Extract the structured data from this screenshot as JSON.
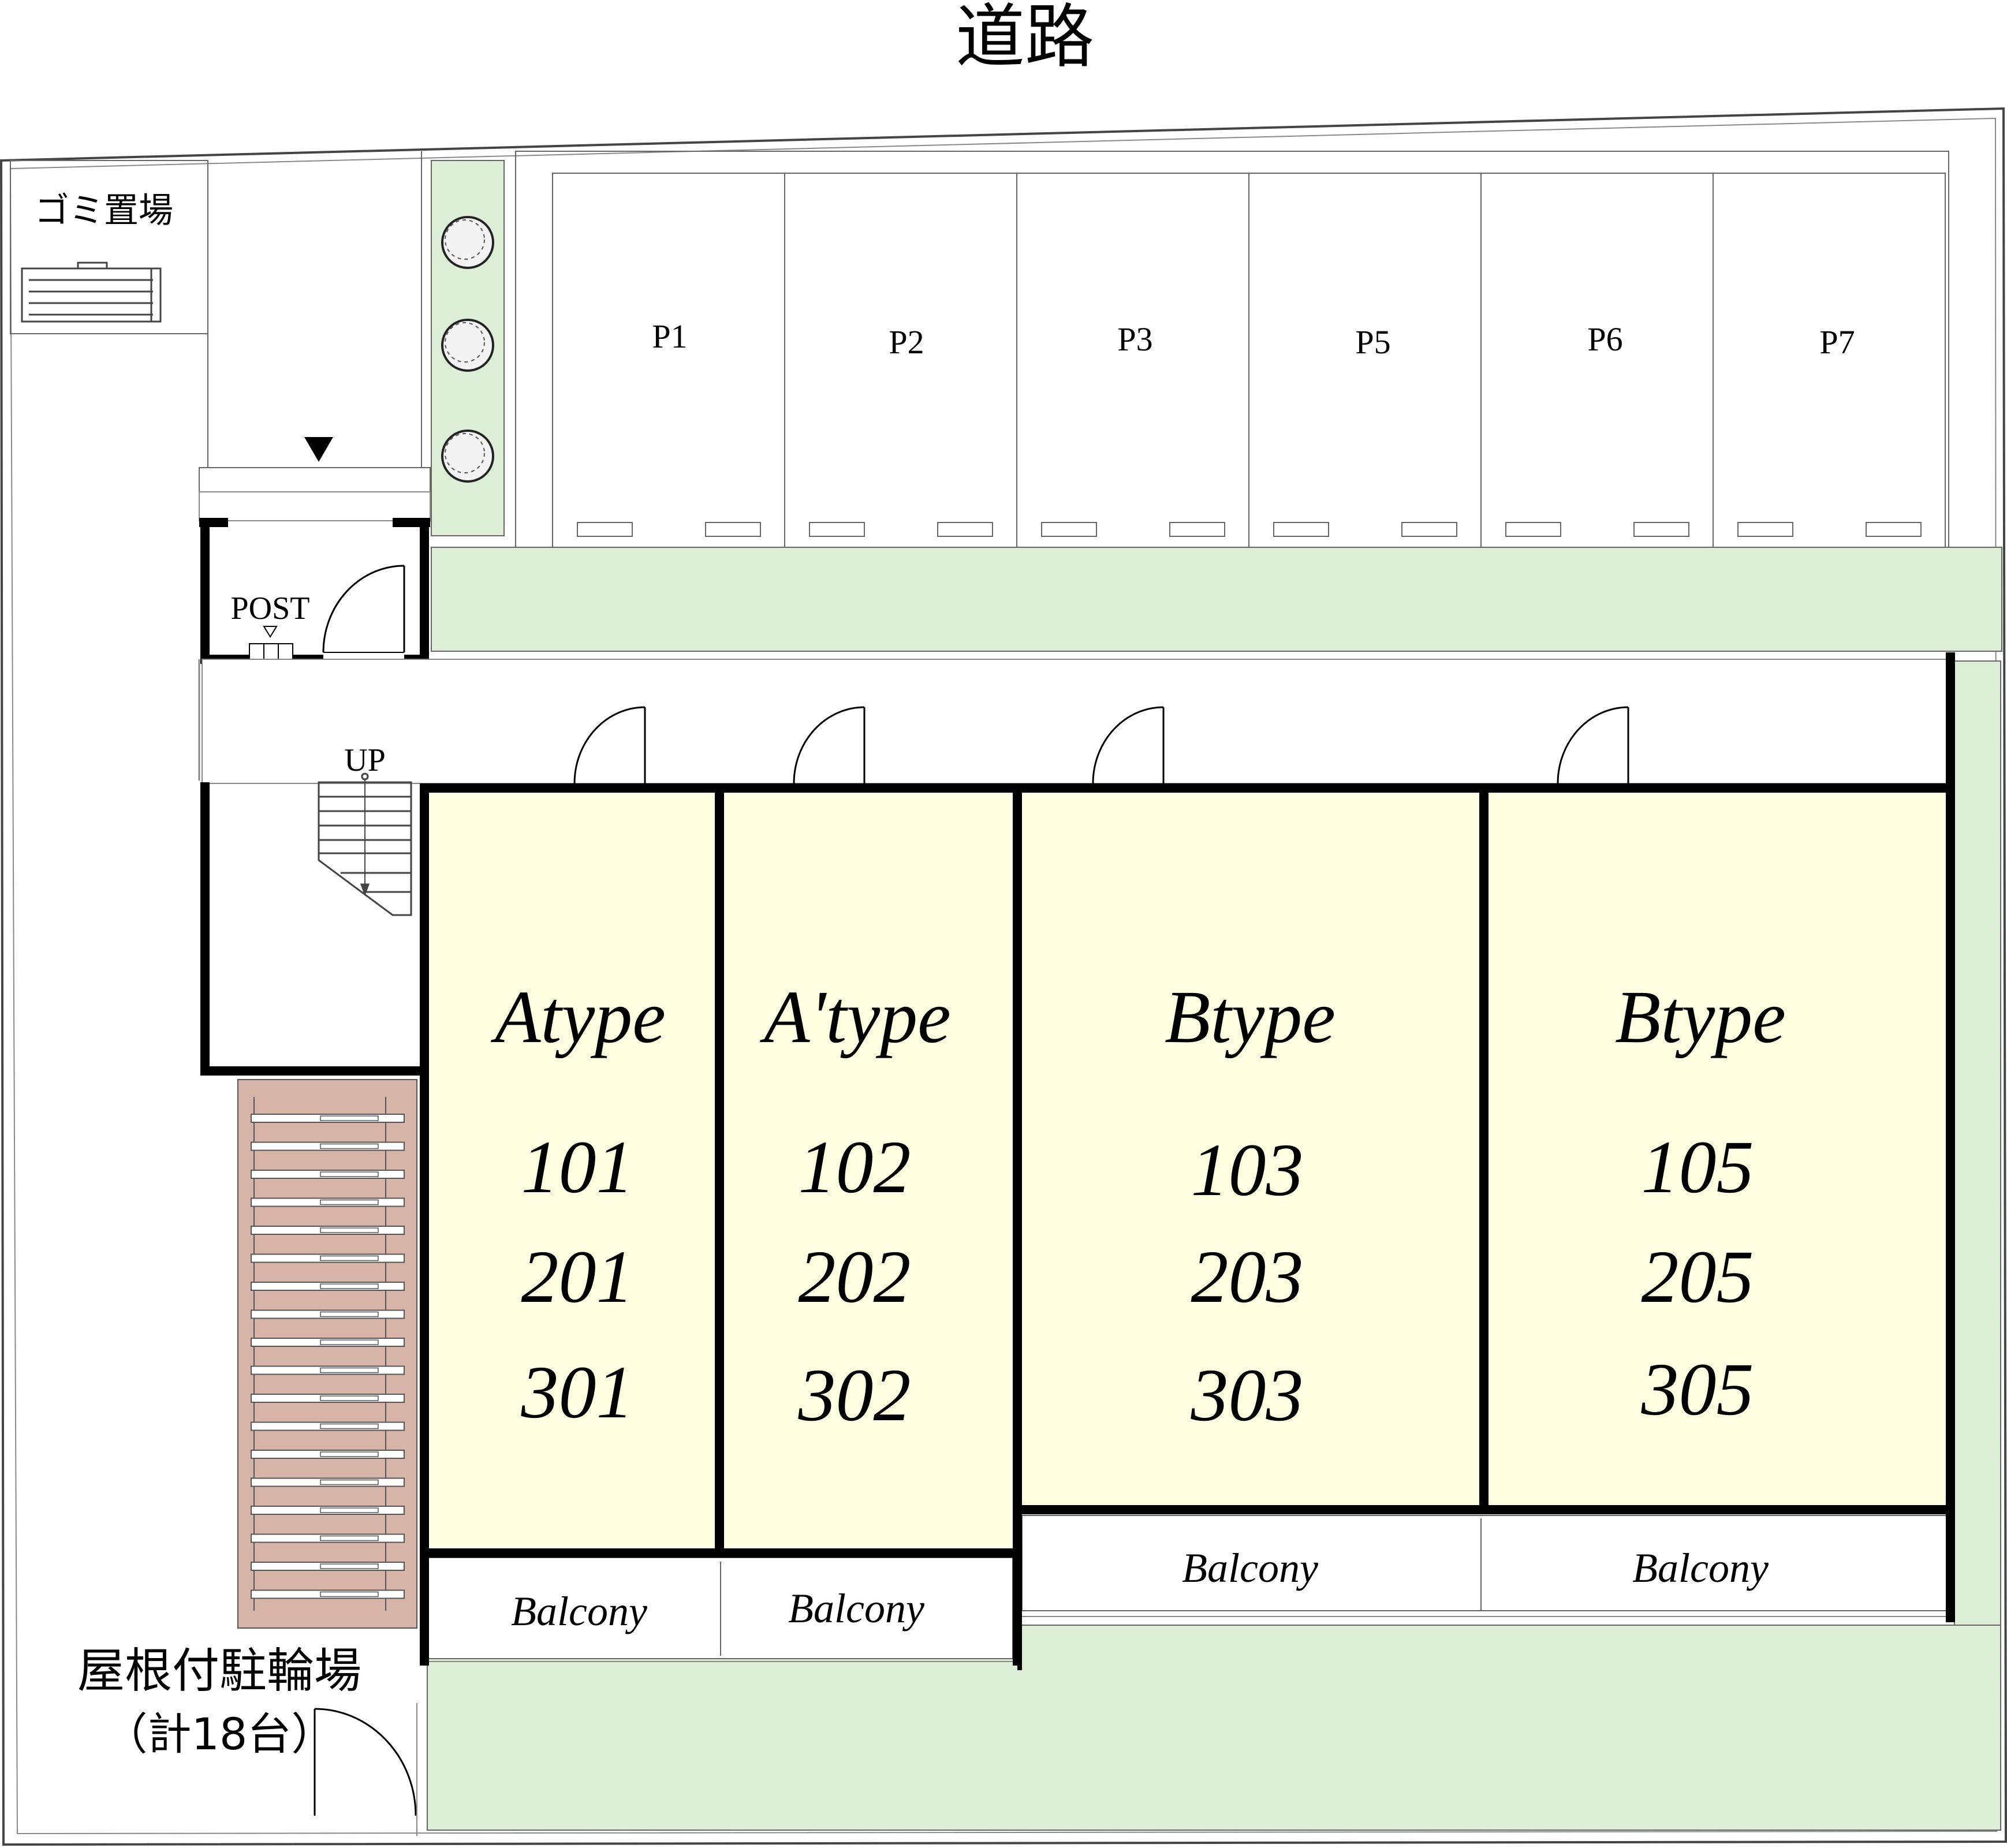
{
  "road_label": "道路",
  "garbage_label": "ゴミ置場",
  "post_label": "POST",
  "up_label": "UP",
  "bicycle_label_line1": "屋根付駐輪場",
  "bicycle_label_line2": "（計18台）",
  "balcony_label": "Balcony",
  "parking": [
    "P1",
    "P2",
    "P3",
    "P5",
    "P6",
    "P7"
  ],
  "units": [
    {
      "type": "Atype",
      "rooms": [
        "101",
        "201",
        "301"
      ]
    },
    {
      "type": "A'type",
      "rooms": [
        "102",
        "202",
        "302"
      ]
    },
    {
      "type": "Btype",
      "rooms": [
        "103",
        "203",
        "303"
      ]
    },
    {
      "type": "Btype",
      "rooms": [
        "105",
        "205",
        "305"
      ]
    }
  ],
  "colors": {
    "green_area": "#dcefd6",
    "unit_fill": "#fdfde0",
    "bicycle_roof": "#d6b4a8",
    "wall": "#000000"
  }
}
